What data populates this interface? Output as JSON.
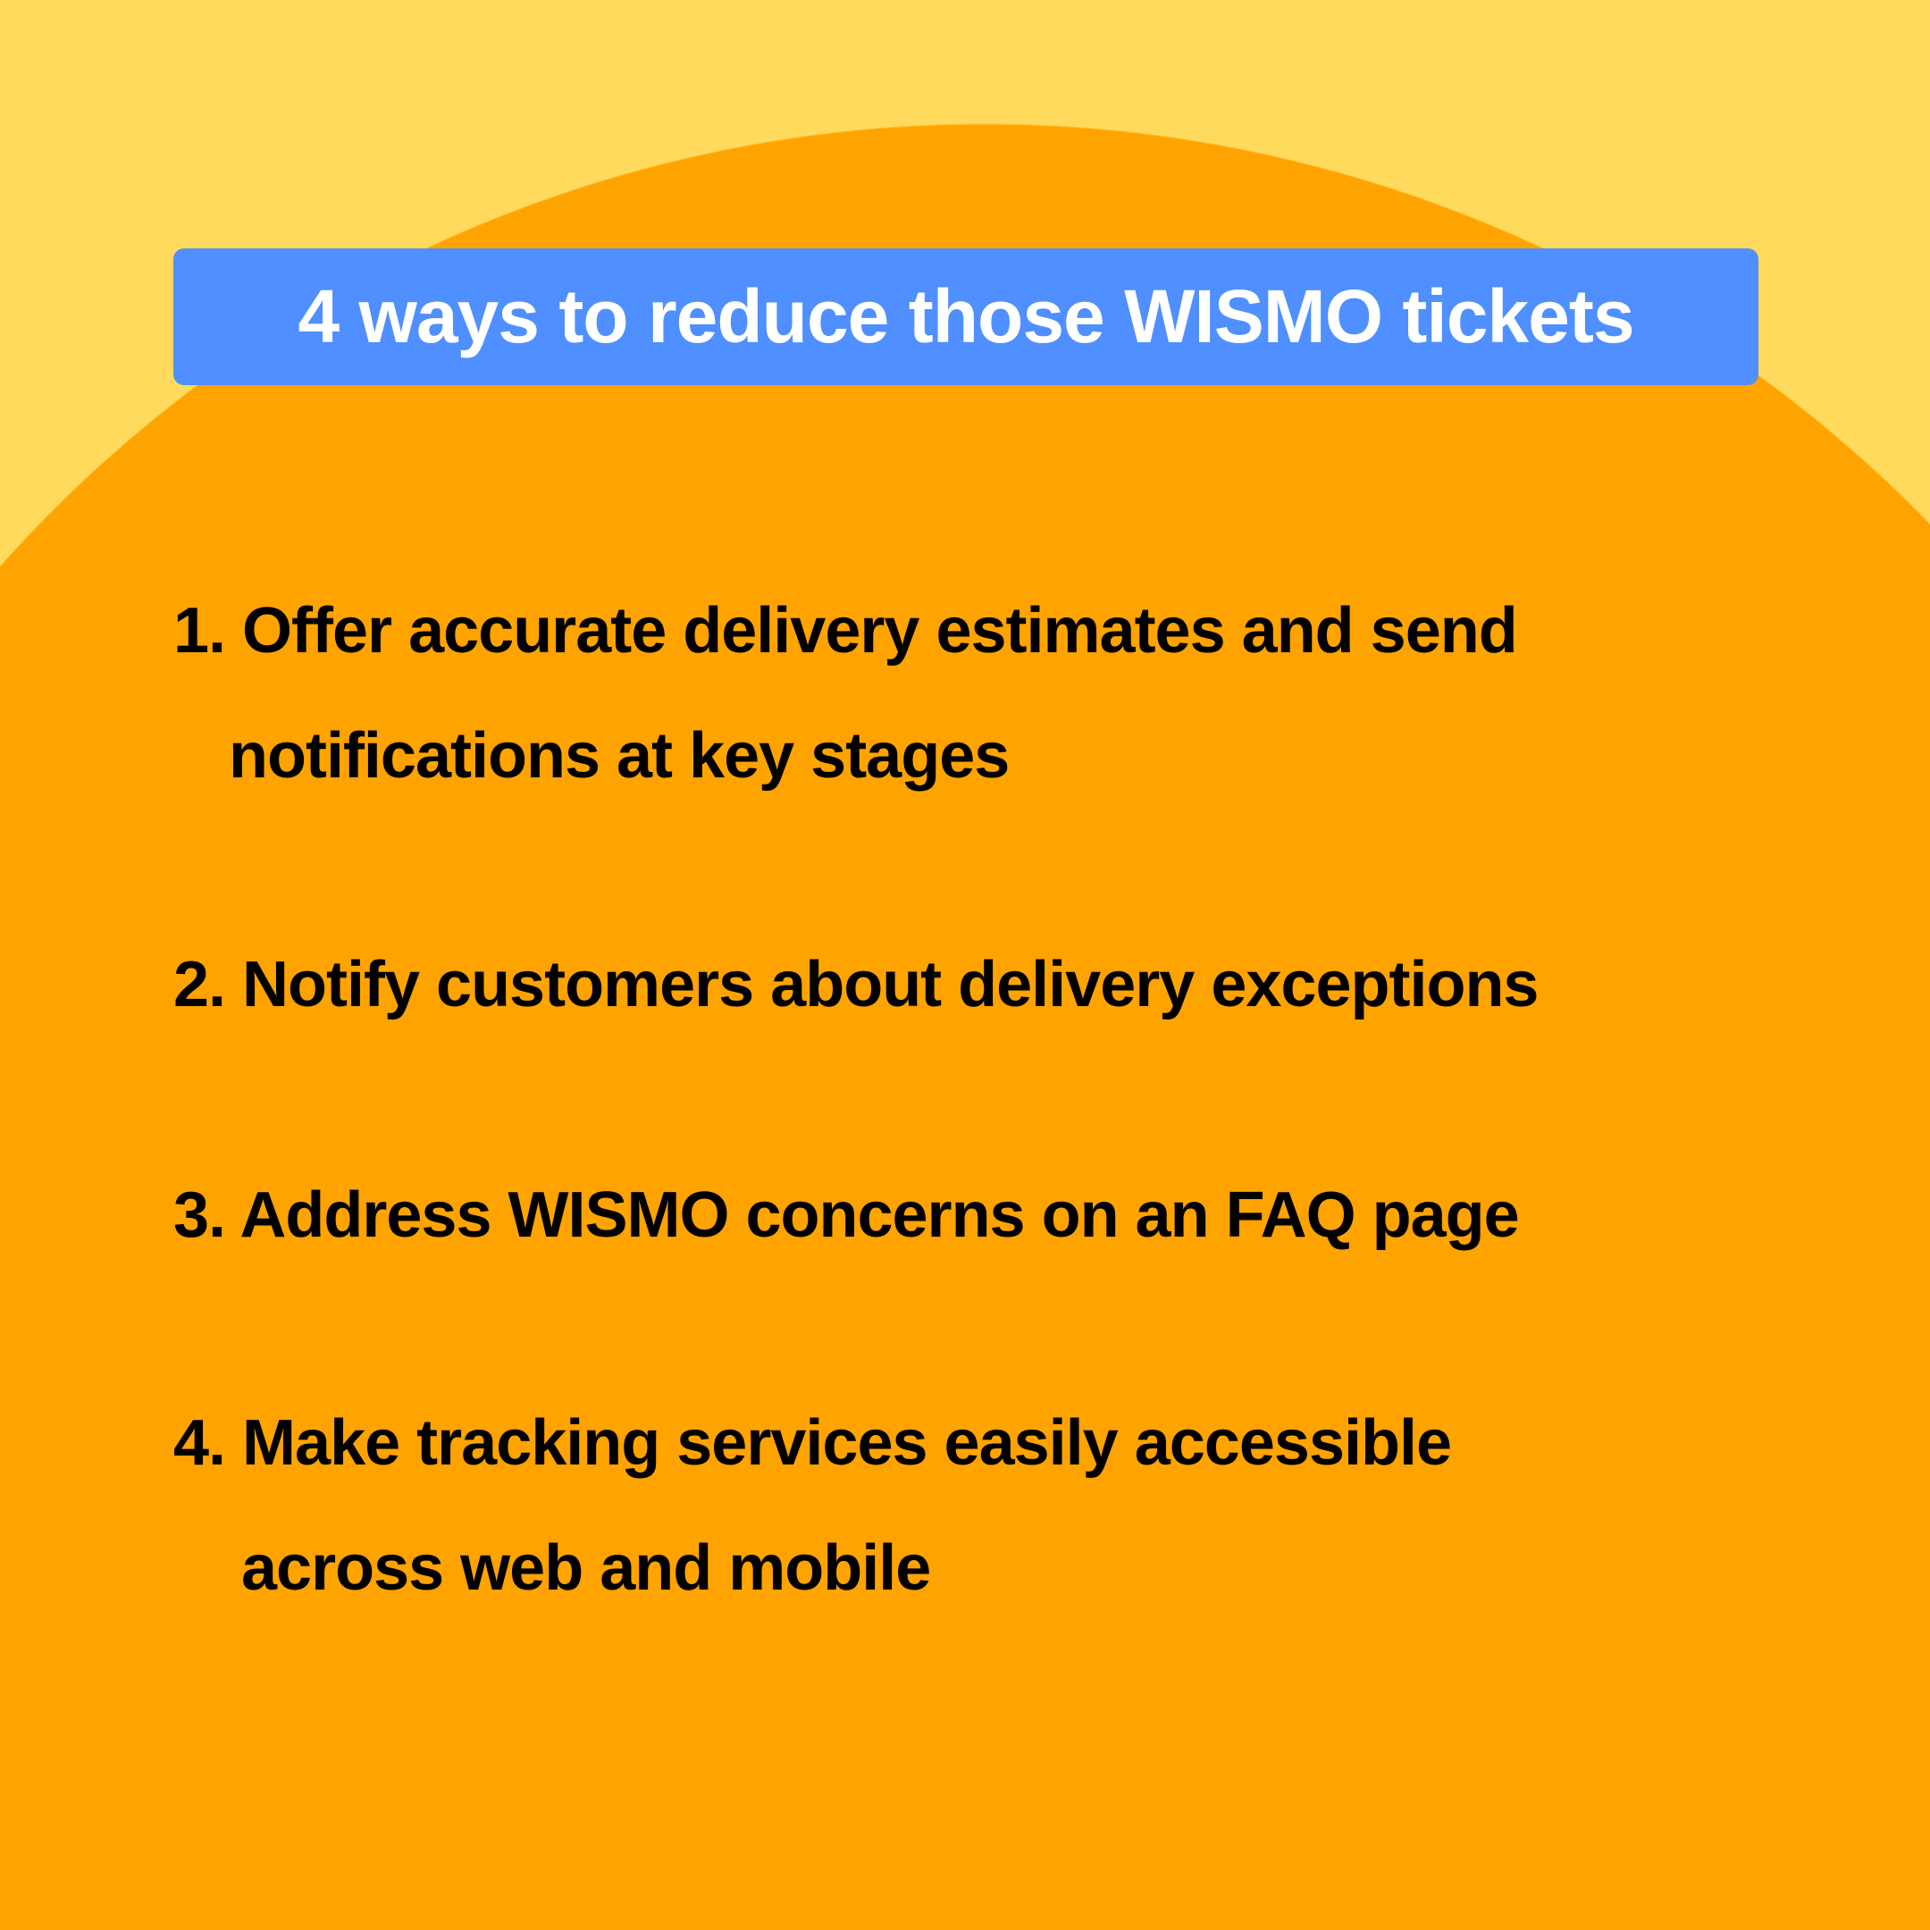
{
  "title": "4 ways to reduce those WISMO tickets",
  "items": [
    {
      "line1": "1. Offer accurate delivery estimates and send",
      "line2": "notifications at key stages"
    },
    {
      "line1": "2. Notify customers about delivery exceptions"
    },
    {
      "line1": "3. Address WISMO concerns on an FAQ page"
    },
    {
      "line1": "4. Make tracking services easily accessible",
      "line2": "across web and mobile"
    }
  ],
  "colors": {
    "background": "#FFDA5C",
    "circle": "#FFA300",
    "title_bg": "#4F8FFF"
  }
}
